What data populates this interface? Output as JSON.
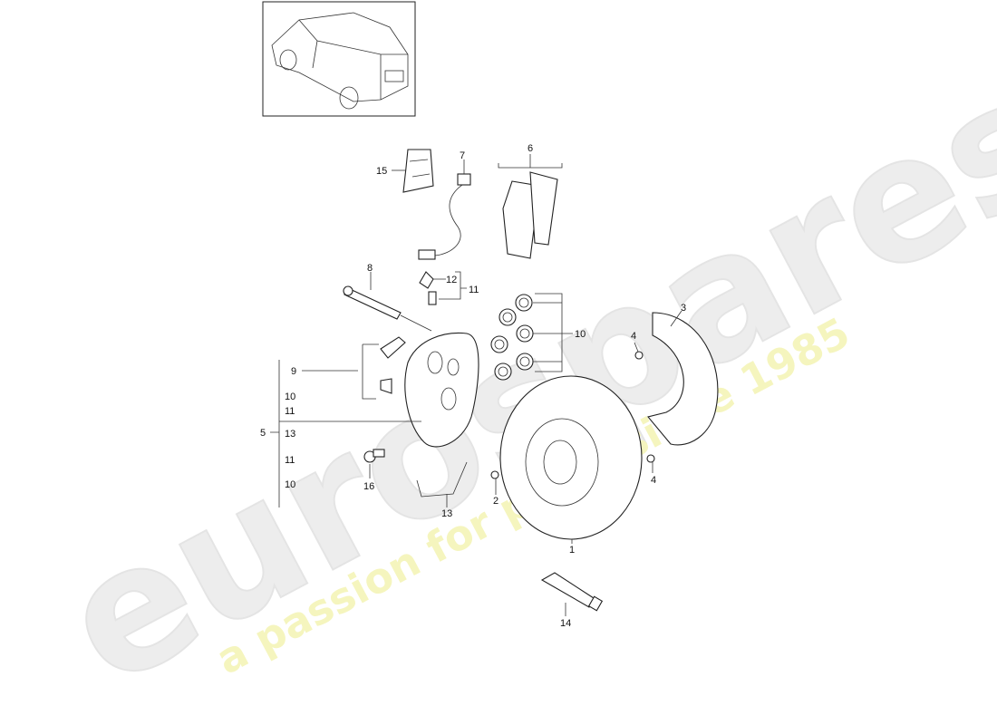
{
  "watermark": {
    "brand": "eurospares",
    "tagline": "a passion for parts since 1985",
    "brand_color": "#e8e8e8",
    "tagline_color": "#f3f3b0"
  },
  "thumbnail": {
    "icon": "car-suv-icon"
  },
  "callouts": {
    "c15": "15",
    "c7": "7",
    "c6": "6",
    "c8": "8",
    "c12": "12",
    "c11a": "11",
    "c10a": "10",
    "c3": "3",
    "c4a": "4",
    "c9": "9",
    "c10b": "10",
    "c11b": "11",
    "c5": "5",
    "c13a": "13",
    "c11c": "11",
    "c10c": "10",
    "c16": "16",
    "c2": "2",
    "c13b": "13",
    "c4b": "4",
    "c1": "1",
    "c14": "14"
  }
}
